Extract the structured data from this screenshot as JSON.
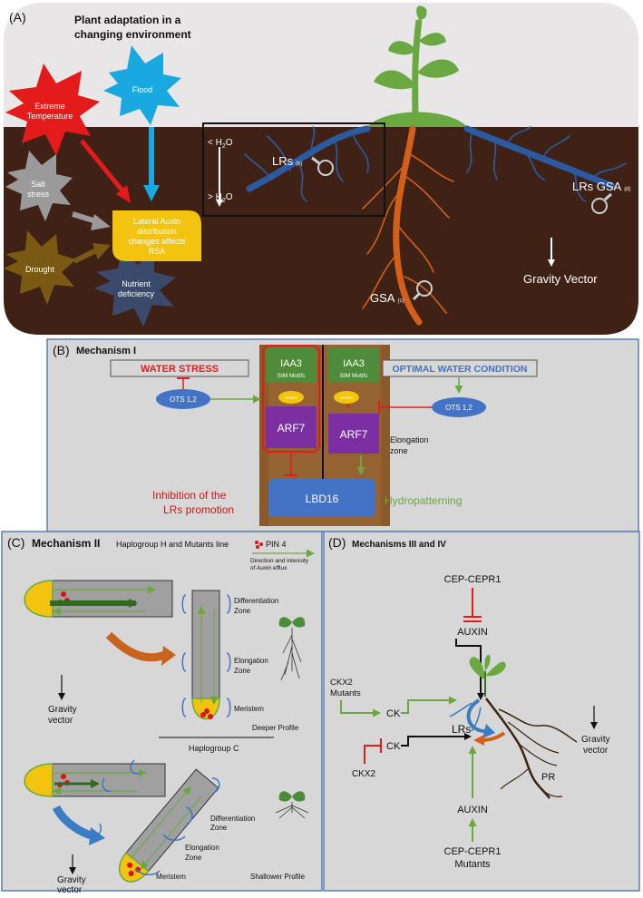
{
  "panel_a": {
    "label": "(A)",
    "title_line1": "Plant adaptation in a",
    "title_line2": "changing environment",
    "stresses": {
      "extreme_temp_1": "Extreme",
      "extreme_temp_2": "Temperature",
      "flood": "Flood",
      "salt_1": "Salt",
      "salt_2": "stress",
      "drought": "Drought",
      "nutrient_1": "Nutrient",
      "nutrient_2": "deficiency"
    },
    "auxin_box": [
      "Lateral Auxin",
      "distribution",
      "changes affects",
      "RSA"
    ],
    "h2o_low": "< H",
    "h2o_low_sub": "2",
    "h2o_low_tail": "O",
    "h2o_high": "> H",
    "h2o_high_sub": "2",
    "h2o_high_tail": "O",
    "lrs_b": "LRs",
    "lrs_b_sub": "(b)",
    "lrs_gsa": "LRs GSA",
    "lrs_gsa_sub": "(d)",
    "gsa": "GSA",
    "gsa_sub": "(c)",
    "gravity": "Gravity Vector"
  },
  "panel_b": {
    "label": "(B)",
    "title": "Mechanism I",
    "water_stress": "WATER STRESS",
    "optimal_water": "OPTIMAL WATER CONDITION",
    "ots_left": "OTS 1,2",
    "ots_right": "OTS 1,2",
    "iaa3": "IAA3",
    "sim": "SIM Motifs",
    "sumo": "SUMO",
    "arf7": "ARF7",
    "lbd16": "LBD16",
    "elongation_1": "Elongation",
    "elongation_2": "zone",
    "inhibition_1": "Inhibition of the",
    "inhibition_2": "LRs promotion",
    "hydropatterning": "Hydropatterning"
  },
  "panel_c": {
    "label": "(C)",
    "title": "Mechanism II",
    "haplogroup_h": "Haplogroup H and Mutants line",
    "pin4": "PIN 4",
    "direction_1": "Direction and intensity",
    "direction_2": "of Auxin efflux",
    "differentiation_1": "Differentiation",
    "differentiation_2": "Zone",
    "elongation_1": "Elongation",
    "elongation_2": "Zone",
    "meristem": "Meristem",
    "gravity_1": "Gravity",
    "gravity_2": "vector",
    "deeper": "Deeper Profile",
    "haplogroup_c": "Haplogroup C",
    "shallower": "Shallower Profile"
  },
  "panel_d": {
    "label": "(D)",
    "title": "Mechanisms III and IV",
    "cep_top": "CEP-CEPR1",
    "auxin_top": "AUXIN",
    "ckx2_mut_1": "CKX2",
    "ckx2_mut_2": "Mutants",
    "ck_1": "CK",
    "ck_2": "CK",
    "ckx2": "CKX2",
    "lrs": "LRs",
    "pr": "PR",
    "gravity_1": "Gravity",
    "gravity_2": "vector",
    "auxin_bottom": "AUXIN",
    "cep_bottom_1": "CEP-CEPR1",
    "cep_bottom_2": "Mutants"
  },
  "colors": {
    "soil": "#3f2215",
    "sky": "#e8e6e6",
    "panel_bg": "#d7d7d7",
    "panel_border": "#5b7fb5",
    "red": "#e31b1b",
    "blue_root": "#2c5aa0",
    "orange_root": "#d2601a",
    "green": "#6aa842",
    "purple": "#7b2fa1",
    "lbd_blue": "#4472c4",
    "yellow": "#f2c40f"
  }
}
